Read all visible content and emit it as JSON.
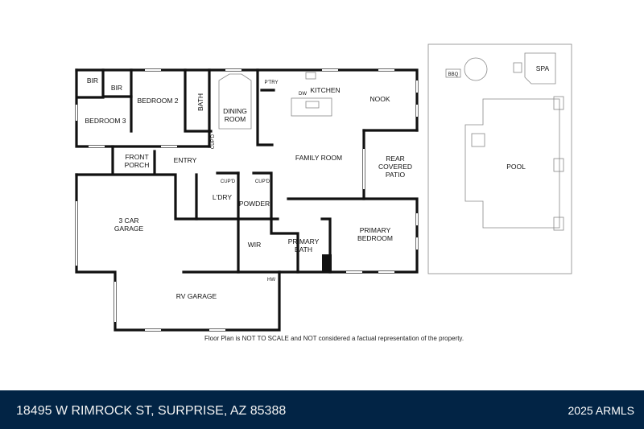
{
  "rooms": {
    "bir1": "BIR",
    "bir2": "BIR",
    "bedroom2": "BEDROOM 2",
    "bedroom3": "BEDROOM 3",
    "bath": "BATH",
    "dining1": "DINING",
    "dining2": "ROOM",
    "pantry": "P'TRY",
    "kitchen": "KITCHEN",
    "dw": "DW",
    "nook": "NOOK",
    "cupd1": "CUP'D",
    "cupd2": "CUP'D",
    "cupd3": "CUP'D",
    "porch1": "FRONT",
    "porch2": "PORCH",
    "entry": "ENTRY",
    "family": "FAMILY ROOM",
    "patio1": "REAR",
    "patio2": "COVERED",
    "patio3": "PATIO",
    "laundry": "L'DRY",
    "powder": "POWDER",
    "garage1": "3 CAR",
    "garage2": "GARAGE",
    "wir": "WIR",
    "pbath1": "PRIMARY",
    "pbath2": "BATH",
    "pbed1": "PRIMARY",
    "pbed2": "BEDROOM",
    "hw": "HW",
    "rv": "RV GARAGE",
    "bbq": "BBQ",
    "spa": "SPA",
    "pool": "POOL"
  },
  "disclaimer": "Floor Plan is NOT TO SCALE and NOT considered a factual representation of the property.",
  "footer": {
    "address": "18495 W RIMROCK ST, SURPRISE, AZ 85388",
    "copyright": "2025 ARMLS",
    "background_color": "#022445"
  }
}
